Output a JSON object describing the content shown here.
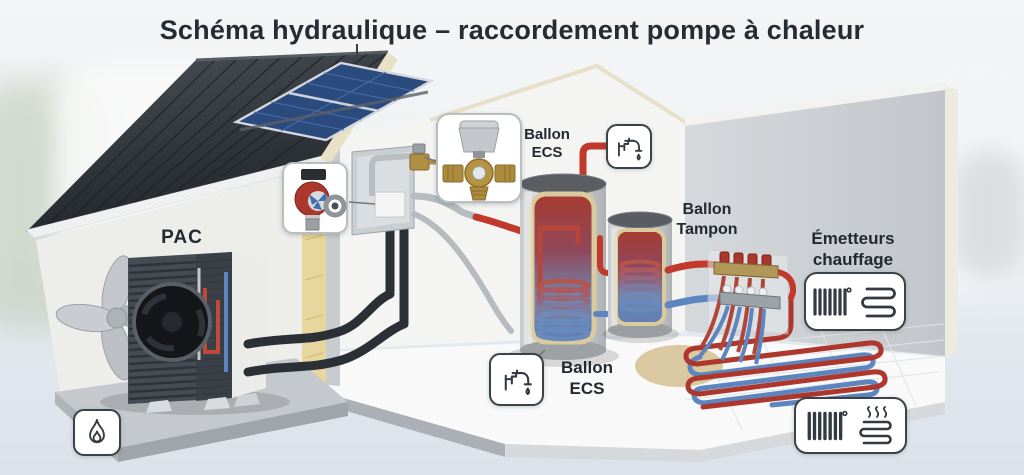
{
  "title": "Schéma hydraulique – raccordement pompe à chaleur",
  "labels": {
    "pac": "PAC",
    "ballon_ecs_top_1": "Ballon",
    "ballon_ecs_top_2": "ECS",
    "ballon_tampon_1": "Ballon",
    "ballon_tampon_2": "Tampon",
    "emetteurs_1": "Émetteurs",
    "emetteurs_2": "chauffage",
    "ballon_ecs_bottom_1": "Ballon",
    "ballon_ecs_bottom_2": "ECS"
  },
  "icons": {
    "flame": "flame-icon",
    "faucet_top": "faucet-icon",
    "faucet_bottom": "faucet-icon",
    "radiator": "radiator-icon",
    "underfloor": "underfloor-heating-icon",
    "heat_waves": "heat-waves-icon",
    "pump_callout": "circulation-pump-cutaway",
    "valve_callout": "three-way-valve"
  },
  "colors": {
    "hot_pipe": "#c0392b",
    "cold_pipe": "#5d86c0",
    "insulated_pipe": "#2b3036",
    "brass": "#b5923f",
    "solar_panel": "#2b4a7e",
    "label_text": "#23292f",
    "box_border": "#3a4147",
    "insulation": "#e7d79e"
  }
}
